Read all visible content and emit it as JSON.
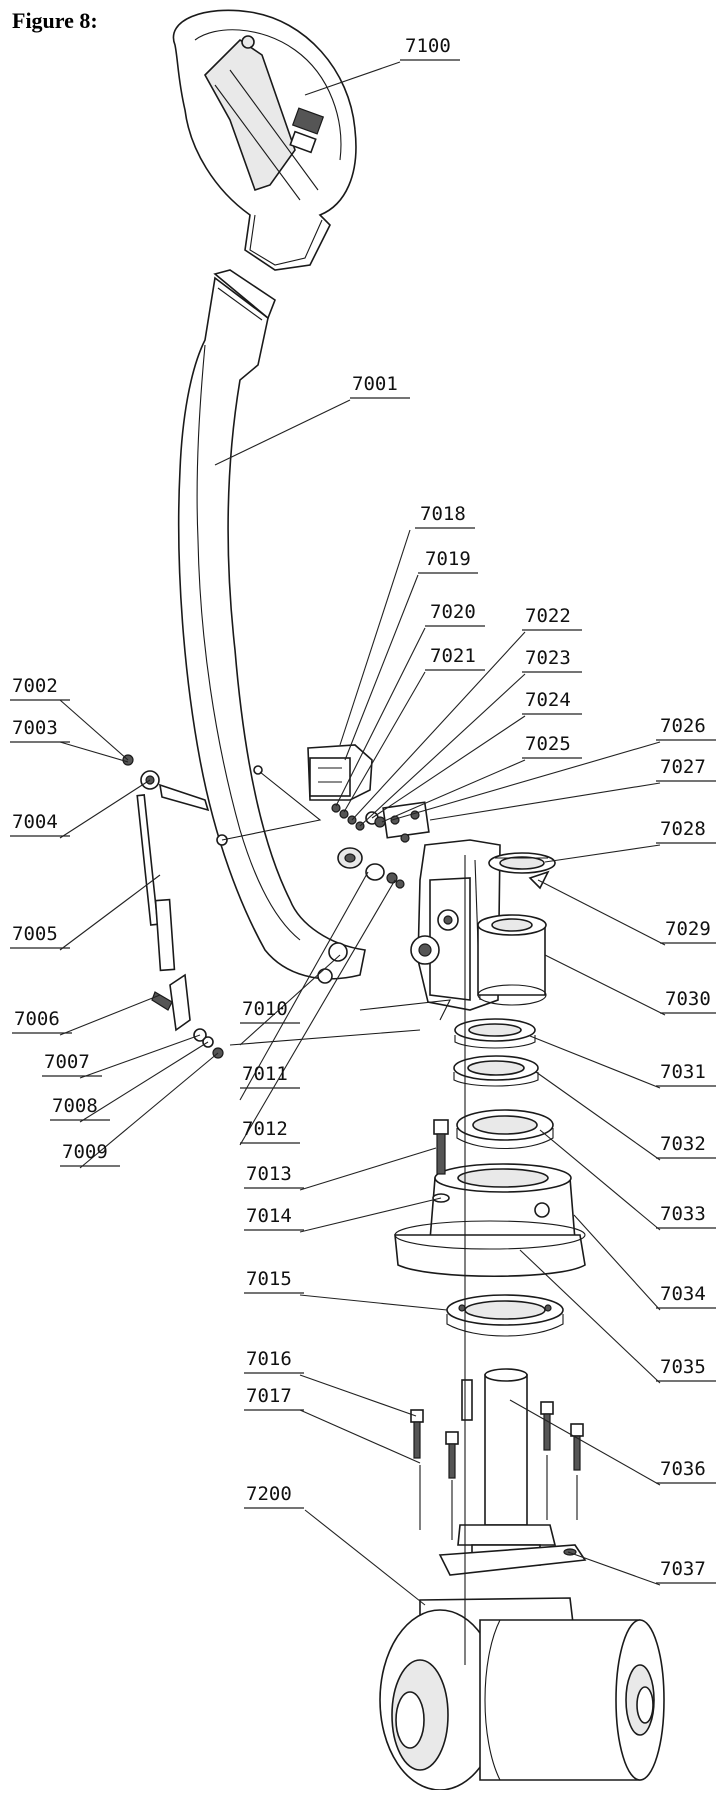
{
  "figure": {
    "title": "Figure 8:"
  },
  "labels": {
    "p7100": "7100",
    "p7001": "7001",
    "p7018": "7018",
    "p7019": "7019",
    "p7020": "7020",
    "p7021": "7021",
    "p7022": "7022",
    "p7023": "7023",
    "p7024": "7024",
    "p7025": "7025",
    "p7026": "7026",
    "p7027": "7027",
    "p7028": "7028",
    "p7029": "7029",
    "p7030": "7030",
    "p7031": "7031",
    "p7032": "7032",
    "p7033": "7033",
    "p7034": "7034",
    "p7035": "7035",
    "p7036": "7036",
    "p7037": "7037",
    "p7002": "7002",
    "p7003": "7003",
    "p7004": "7004",
    "p7005": "7005",
    "p7006": "7006",
    "p7007": "7007",
    "p7008": "7008",
    "p7009": "7009",
    "p7010": "7010",
    "p7011": "7011",
    "p7012": "7012",
    "p7013": "7013",
    "p7014": "7014",
    "p7015": "7015",
    "p7016": "7016",
    "p7017": "7017",
    "p7200": "7200"
  }
}
